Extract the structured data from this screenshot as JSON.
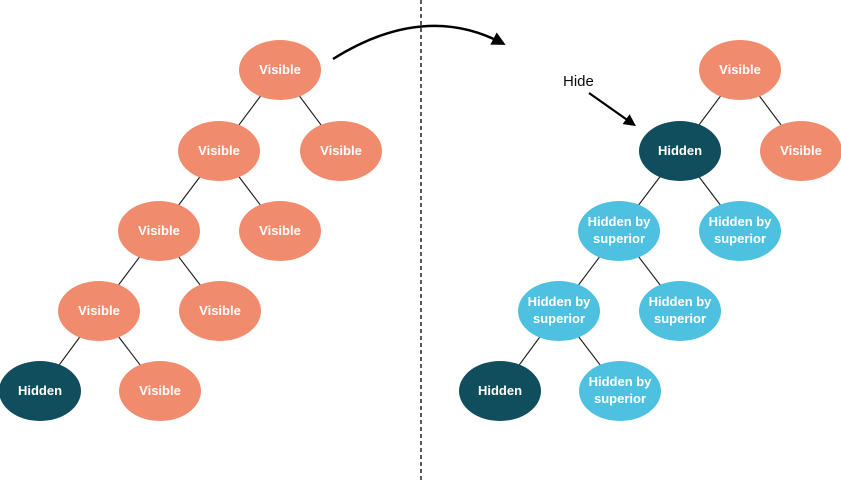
{
  "colors": {
    "visible": "#F08B6E",
    "hidden": "#104E5E",
    "hidden_by_superior": "#4EC1E0",
    "node_text": "#FFFFFF",
    "connector": "#1A1A1A",
    "arrow": "#000000"
  },
  "annotations": {
    "hide_label": "Hide"
  },
  "left_tree": {
    "nodes": [
      {
        "label": "Visible",
        "state": "visible"
      },
      {
        "label": "Visible",
        "state": "visible"
      },
      {
        "label": "Visible",
        "state": "visible"
      },
      {
        "label": "Visible",
        "state": "visible"
      },
      {
        "label": "Visible",
        "state": "visible"
      },
      {
        "label": "Visible",
        "state": "visible"
      },
      {
        "label": "Visible",
        "state": "visible"
      },
      {
        "label": "Hidden",
        "state": "hidden"
      },
      {
        "label": "Visible",
        "state": "visible"
      }
    ],
    "edges": [
      [
        0,
        1
      ],
      [
        0,
        2
      ],
      [
        1,
        3
      ],
      [
        1,
        4
      ],
      [
        3,
        5
      ],
      [
        3,
        6
      ],
      [
        5,
        7
      ],
      [
        5,
        8
      ]
    ]
  },
  "right_tree": {
    "nodes": [
      {
        "label": "Visible",
        "state": "visible"
      },
      {
        "label": "Hidden",
        "state": "hidden"
      },
      {
        "label": "Visible",
        "state": "visible"
      },
      {
        "label": "Hidden by superior",
        "state": "hidden_by_superior"
      },
      {
        "label": "Hidden by superior",
        "state": "hidden_by_superior"
      },
      {
        "label": "Hidden by superior",
        "state": "hidden_by_superior"
      },
      {
        "label": "Hidden by superior",
        "state": "hidden_by_superior"
      },
      {
        "label": "Hidden",
        "state": "hidden"
      },
      {
        "label": "Hidden by superior",
        "state": "hidden_by_superior"
      }
    ],
    "edges": [
      [
        0,
        1
      ],
      [
        0,
        2
      ],
      [
        1,
        3
      ],
      [
        1,
        4
      ],
      [
        3,
        5
      ],
      [
        3,
        6
      ],
      [
        5,
        7
      ],
      [
        5,
        8
      ]
    ]
  }
}
